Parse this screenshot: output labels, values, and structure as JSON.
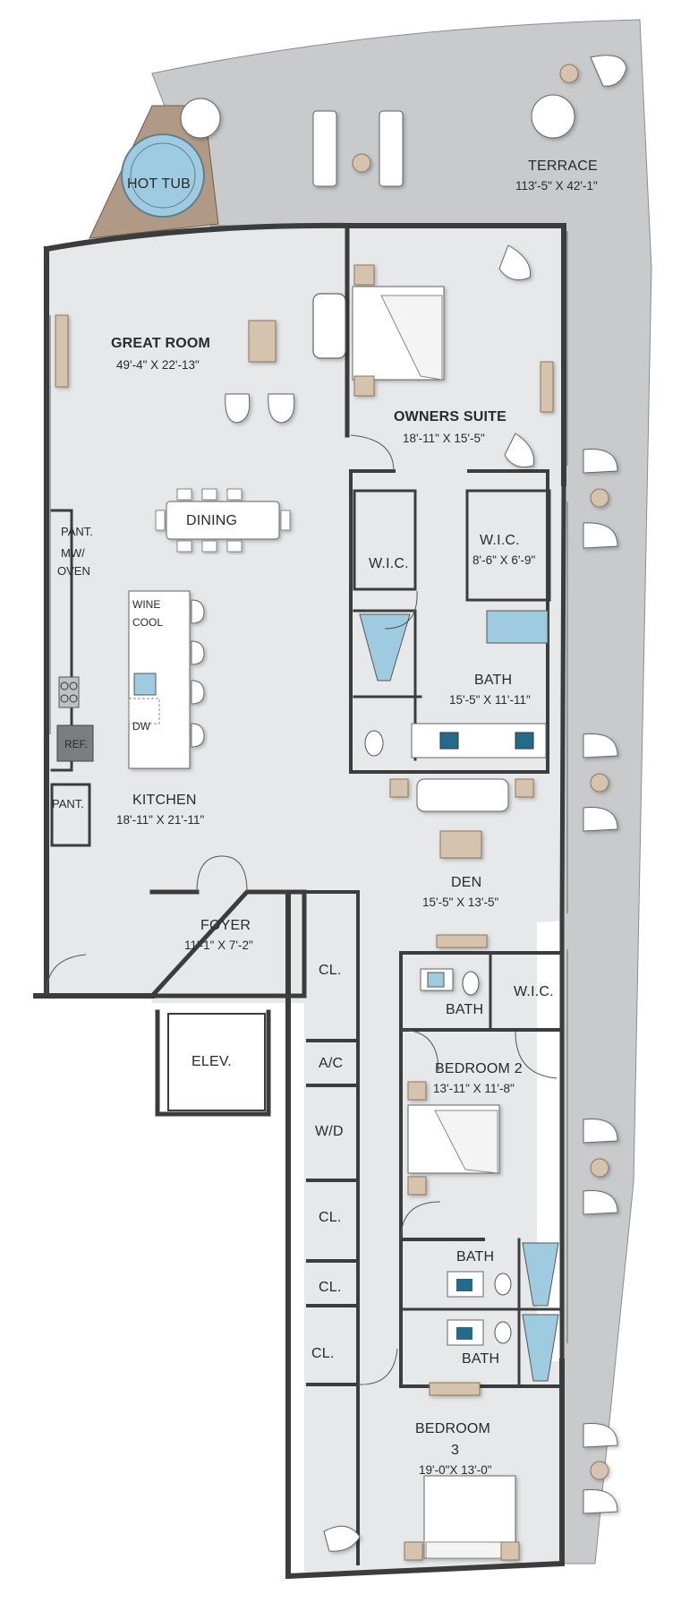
{
  "rooms": {
    "terrace": {
      "name": "TERRACE",
      "dim": "113'-5\" X 42'-1\""
    },
    "hot_tub": {
      "name": "HOT TUB"
    },
    "great_room": {
      "name": "GREAT ROOM",
      "dim": "49'-4\" X 22'-13\""
    },
    "owners_suite": {
      "name": "OWNERS SUITE",
      "dim": "18'-11\" X 15'-5\""
    },
    "dining": {
      "name": "DINING"
    },
    "wic_left": {
      "name": "W.I.C."
    },
    "wic_right": {
      "name": "W.I.C.",
      "dim": "8'-6\" X 6'-9\""
    },
    "pantry_top": {
      "name": "PANT."
    },
    "mw_oven": {
      "line1": "MW/",
      "line2": "OVEN"
    },
    "wine_cool": {
      "line1": "WINE",
      "line2": "COOL"
    },
    "dw": {
      "name": "DW"
    },
    "ref": {
      "name": "REF."
    },
    "pantry_bottom": {
      "name": "PANT."
    },
    "owners_bath": {
      "name": "BATH",
      "dim": "15'-5\" X 11'-11\""
    },
    "kitchen": {
      "name": "KITCHEN",
      "dim": "18'-11\" X 21'-11\""
    },
    "den": {
      "name": "DEN",
      "dim": "15'-5\" X 13'-5\""
    },
    "foyer": {
      "name": "FOYER",
      "dim": "11'-1\" X 7'-2\""
    },
    "closet1": {
      "name": "CL."
    },
    "bath2": {
      "name": "BATH"
    },
    "wic_bed2": {
      "name": "W.I.C."
    },
    "elev": {
      "name": "ELEV."
    },
    "ac": {
      "name": "A/C"
    },
    "bedroom2": {
      "name": "BEDROOM 2",
      "dim": "13'-11\" X 11'-8\""
    },
    "wd": {
      "name": "W/D"
    },
    "closet2": {
      "name": "CL."
    },
    "bath3": {
      "name": "BATH"
    },
    "closet3": {
      "name": "CL."
    },
    "closet4": {
      "name": "CL."
    },
    "bath4": {
      "name": "BATH"
    },
    "bedroom3": {
      "line1": "BEDROOM",
      "line2": "3",
      "dim": "19'-0\"X 13'-0\""
    }
  },
  "colors": {
    "floor": "#e7e8e9",
    "terrace": "#c8cacc",
    "wall": "#ffffff",
    "wall_stroke": "#3c3c3c",
    "hot_tub_deck": "#b09a86",
    "water": "#9fcbe0",
    "wood": "#d6c3ae"
  }
}
